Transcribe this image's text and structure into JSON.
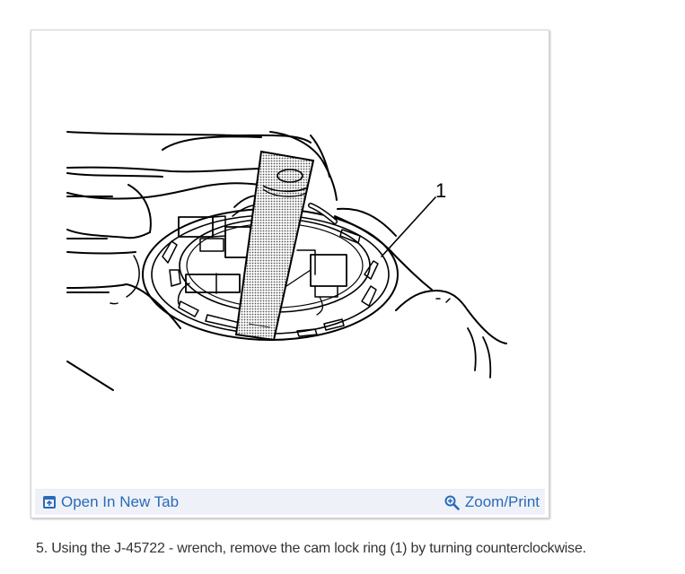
{
  "figure": {
    "callout_label": "1",
    "illustration": "fuel-pump-module-cam-lock-ring-with-wrench",
    "footer": {
      "open_tab_label": "Open In New Tab",
      "open_tab_icon": "open-in-new-tab-icon",
      "zoom_label": "Zoom/Print",
      "zoom_icon": "zoom-in-icon"
    }
  },
  "step": {
    "text": "5. Using the J-45722 - wrench, remove the cam lock ring (1) by turning counterclockwise."
  },
  "colors": {
    "link": "#2a6ab8",
    "footer_bg": "#eef2f8",
    "border": "#d4d4d4",
    "body_text": "#333333"
  }
}
